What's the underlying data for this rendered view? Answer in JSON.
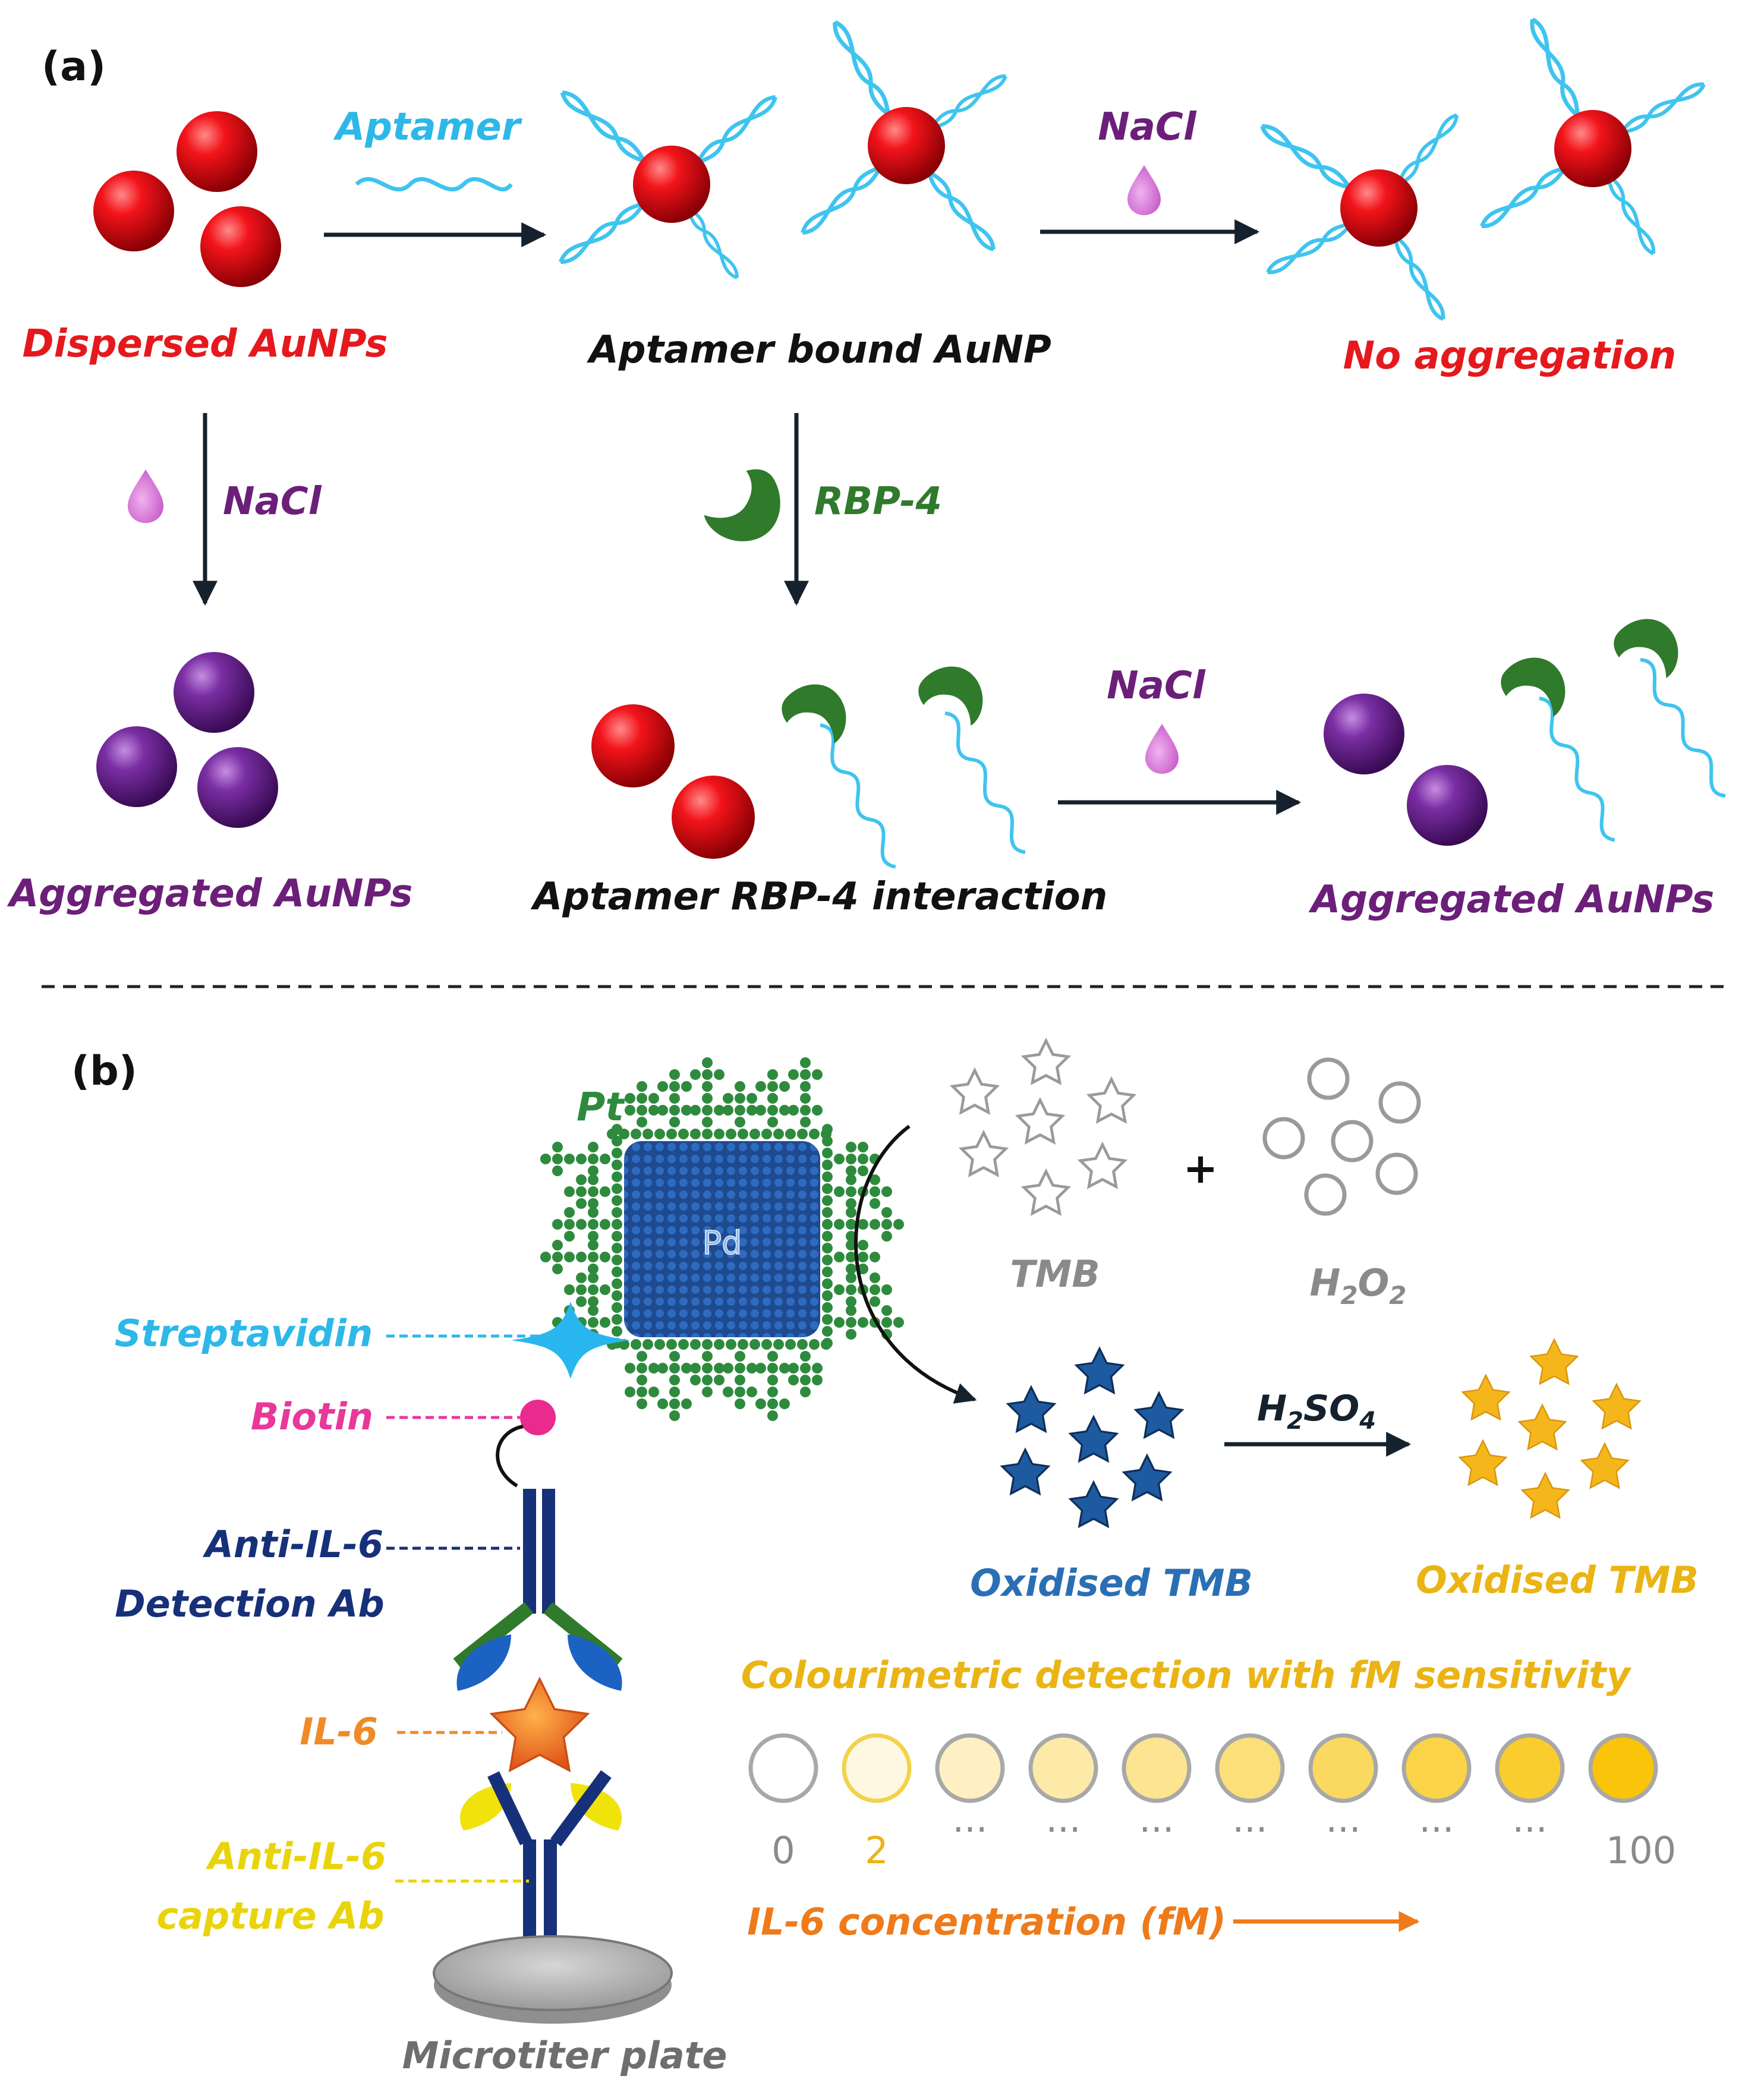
{
  "panel_a": {
    "label": "(a)",
    "aptamer_label": "Aptamer",
    "dispersed_label": "Dispersed AuNPs",
    "bound_label": "Aptamer bound AuNP",
    "nacl_top": "NaCl",
    "no_aggregation_label": "No aggregation",
    "nacl_left": "NaCl",
    "rbp4_label": "RBP-4",
    "aggregated_left_label": "Aggregated AuNPs",
    "interaction_label": "Aptamer RBP-4 interaction",
    "nacl_bottom": "NaCl",
    "aggregated_right_label": "Aggregated AuNPs"
  },
  "panel_b": {
    "label": "(b)",
    "pt_label": "Pt",
    "pd_label": "Pd",
    "tmb_label": "TMB",
    "plus": "+",
    "h2o2": {
      "base1": "H",
      "sub1": "2",
      "base2": "O",
      "sub2": "2"
    },
    "h2so4": {
      "base1": "H",
      "sub1": "2",
      "base2": "SO",
      "sub2": "4"
    },
    "streptavidin_label": "Streptavidin",
    "biotin_label": "Biotin",
    "detection_ab_line1": "Anti-IL-6",
    "detection_ab_line2": "Detection Ab",
    "il6_label": "IL-6",
    "capture_ab_line1": "Anti-IL-6",
    "capture_ab_line2": "capture Ab",
    "plate_label": "Microtiter plate",
    "oxidised_blue_label": "Oxidised TMB",
    "oxidised_yellow_label": "Oxidised TMB",
    "colourimetric_label": "Colourimetric detection with fM sensitivity",
    "scale_labels": [
      "0",
      "2",
      "···",
      "···",
      "···",
      "···",
      "···",
      "···",
      "···",
      "100"
    ],
    "concentration_label": "IL-6 concentration (fM)"
  },
  "colors": {
    "aunp_red": "#e8000a",
    "aunp_purple": "#6a1f8f",
    "aptamer_cyan": "#3fc4ef",
    "rbp4_green": "#2f7a2b",
    "nacl_drop": "#d77fd8",
    "label_red": "#e5191d",
    "label_purple": "#6b1f79",
    "label_cyan": "#2db8e8",
    "label_pink": "#e8389a",
    "label_navy": "#17307a",
    "label_orange": "#f08a28",
    "label_yellow": "#e9d40b",
    "label_gold": "#eab414",
    "label_blue": "#2a6fb5",
    "label_gray": "#8a8a8a",
    "text_dark": "#111111"
  },
  "scale_wells": [
    {
      "level": 0.0
    },
    {
      "level": 0.12
    },
    {
      "level": 0.25
    },
    {
      "level": 0.35
    },
    {
      "level": 0.45
    },
    {
      "level": 0.55
    },
    {
      "level": 0.65
    },
    {
      "level": 0.75
    },
    {
      "level": 0.85
    },
    {
      "level": 1.0
    }
  ]
}
